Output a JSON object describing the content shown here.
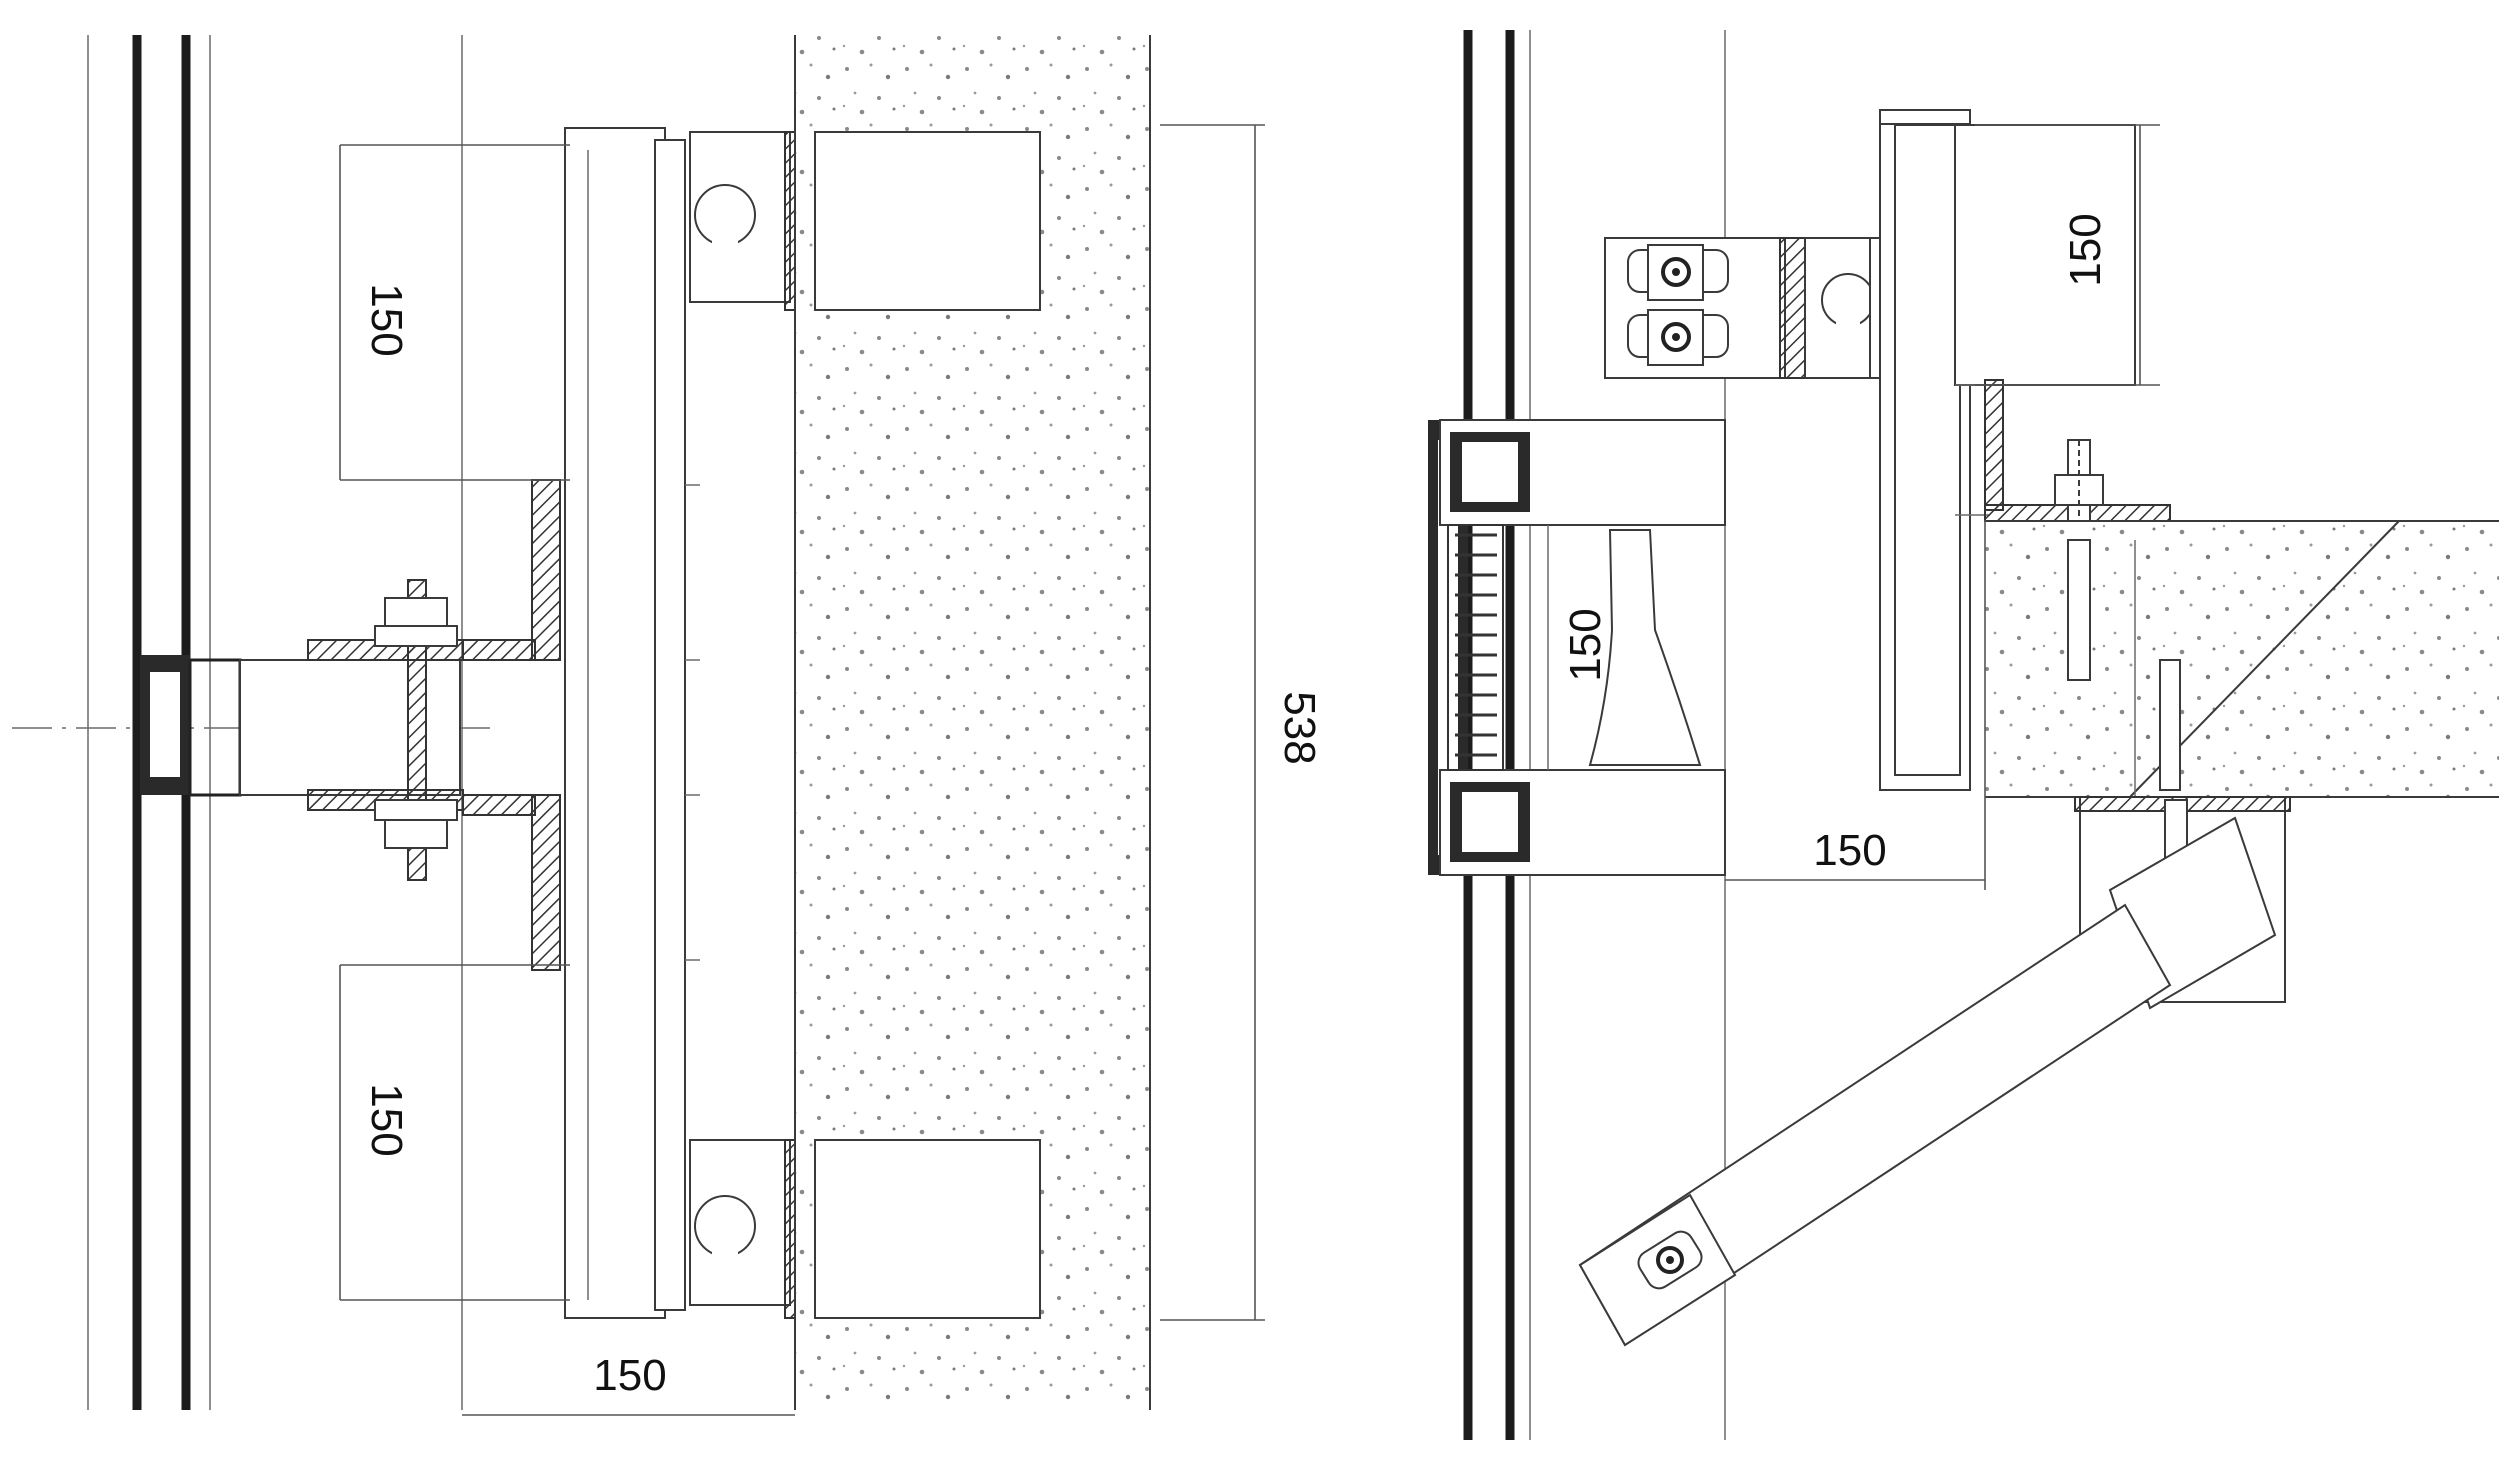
{
  "left_detail": {
    "dim_top_bracket": "150",
    "dim_bottom_bracket": "150",
    "dim_bottom_offset": "150",
    "dim_total_height": "538"
  },
  "right_detail": {
    "dim_top_bracket": "150",
    "dim_mullion_depth": "150",
    "dim_horizontal": "150"
  },
  "colors": {
    "line": "#3a3a3a",
    "concrete_speckle": "#8a8a8a",
    "glass_profile": "#1c1c1c"
  }
}
